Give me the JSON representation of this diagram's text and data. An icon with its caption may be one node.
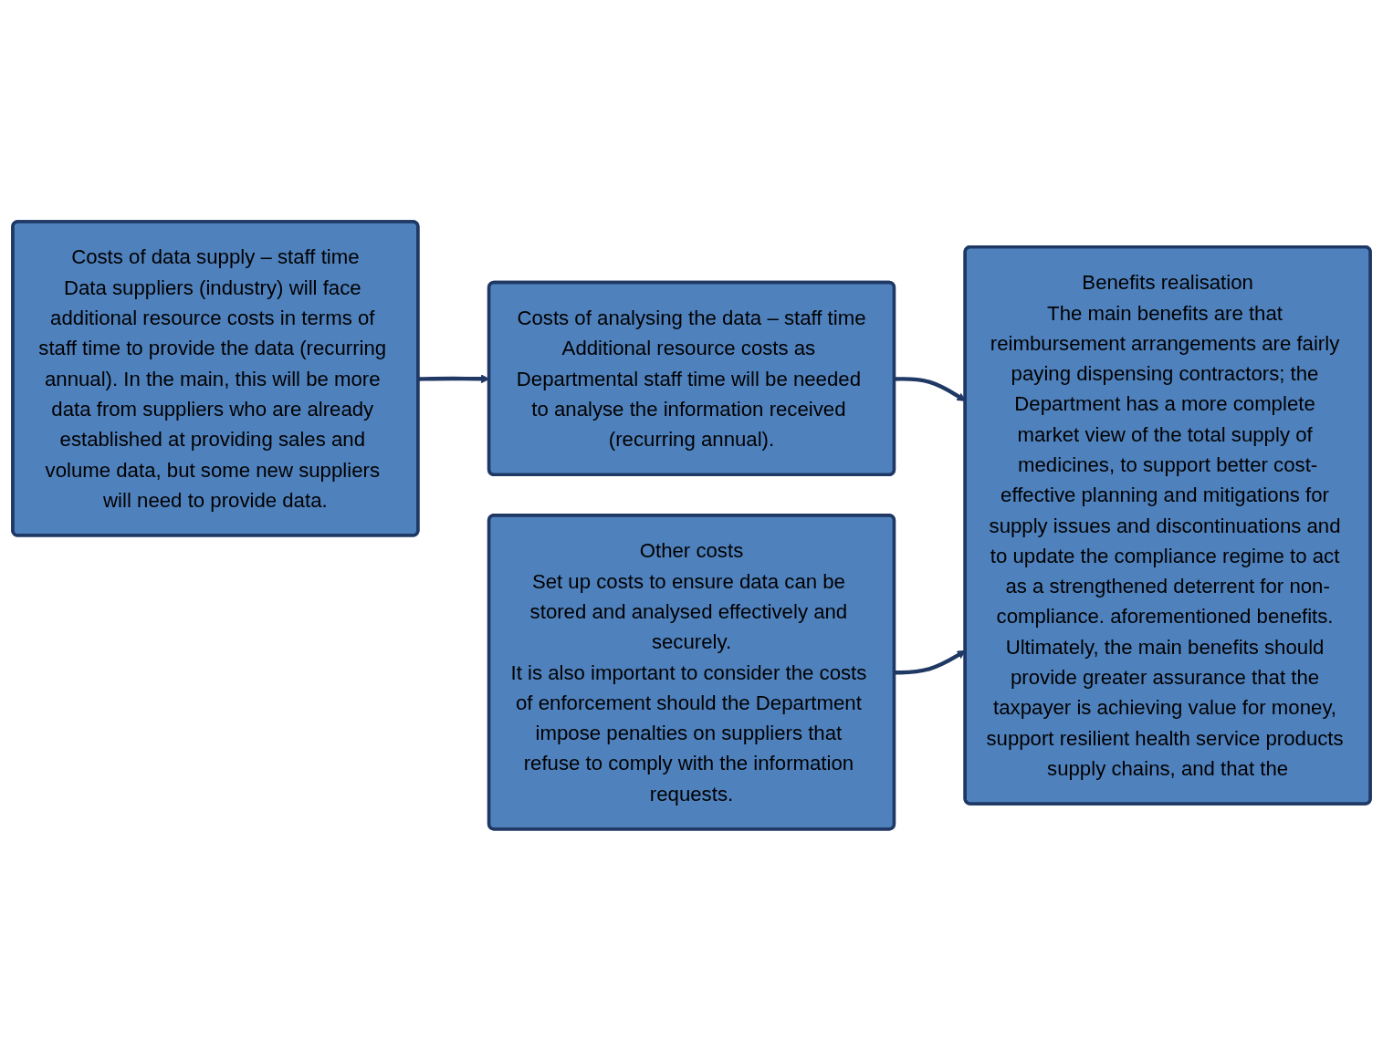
{
  "diagram": {
    "nodes": [
      {
        "text": [
          "Costs of data supply – staff time",
          "Data suppliers (industry) will face additional resource costs in terms of staff time to provide the data (recurring annual). In the main, this will be more data from suppliers who are already established at providing sales and volume data, but some new suppliers will need to provide data."
        ]
      },
      {
        "text": [
          "Costs of analysing the data – staff time",
          "Additional resource costs as Departmental staff time will be needed to analyse the information received (recurring annual)."
        ]
      },
      {
        "text": [
          "Benefits realisation",
          "The main benefits are that reimbursement arrangements are fairly paying dispensing contractors; the Department has a more complete market view of the total supply of medicines, to support better cost-effective planning and mitigations for supply issues and discontinuations and to update the compliance regime to act as a strengthened deterrent for non-compliance. aforementioned benefits. Ultimately, the main benefits should provide greater assurance that the taxpayer is achieving value for money, support resilient health service products supply chains, and that the"
        ]
      },
      {
        "text": [
          "Other costs",
          "Set up costs to ensure data can be stored and analysed effectively and securely.",
          "It is also important to consider the costs of enforcement should the Department impose penalties on suppliers that refuse to comply with the information requests."
        ]
      }
    ],
    "edges": [
      {
        "from": 0,
        "to": 1,
        "arrow": "to"
      },
      {
        "from": 1,
        "to": 2,
        "arrow": "to"
      },
      {
        "from": 3,
        "to": 2,
        "arrow": "to"
      }
    ]
  }
}
